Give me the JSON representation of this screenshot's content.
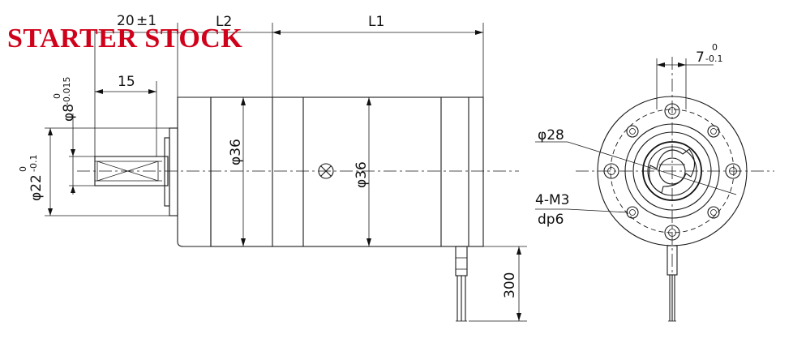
{
  "watermark": "STARTER STOCK",
  "colors": {
    "watermark": "#d0021b",
    "line": "#1a1a1a",
    "background": "#ffffff"
  },
  "dimensions": {
    "shaft_length_total": "20",
    "shaft_length_tol": "±1",
    "l2": "L2",
    "l1": "L1",
    "shaft_key_length": "15",
    "shaft_dia": "φ8",
    "shaft_dia_tol_upper": "0",
    "shaft_dia_tol_lower": "-0.015",
    "pilot_dia": "φ22",
    "pilot_dia_tol_upper": "0",
    "pilot_dia_tol_lower": "-0.1",
    "gearbox_dia": "φ36",
    "motor_dia": "φ36",
    "cable_length": "300",
    "flat_width": "7",
    "flat_tol_upper": "0",
    "flat_tol_lower": "-0.1",
    "bolt_circle": "φ28",
    "thread": "4-M3",
    "thread_depth": "dp6"
  }
}
